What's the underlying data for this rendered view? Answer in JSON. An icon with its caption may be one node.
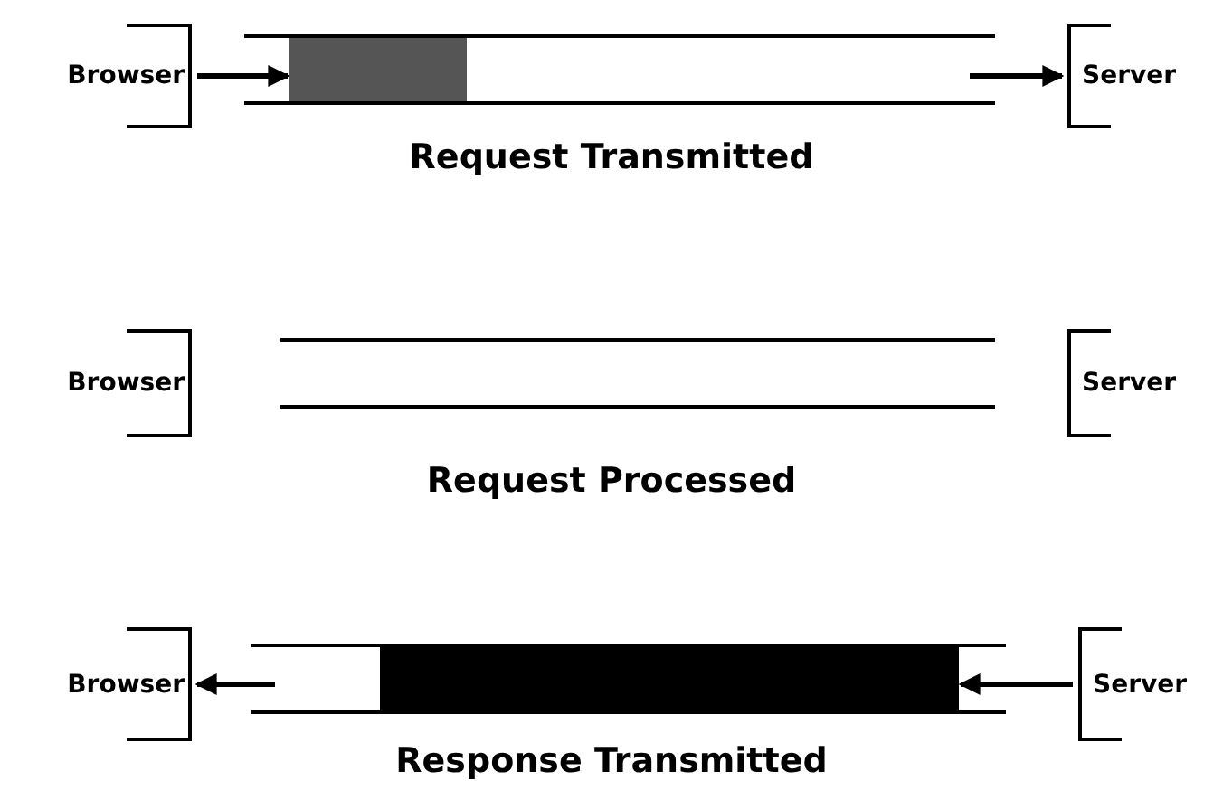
{
  "diagram": {
    "nodes": [
      {
        "text": [
          "Browser"
        ]
      },
      {
        "text": [
          "Server"
        ]
      },
      {
        "text": [
          "Browser"
        ]
      },
      {
        "text": [
          "Server"
        ]
      },
      {
        "text": [
          "Browser"
        ]
      },
      {
        "text": [
          "Server"
        ]
      },
      {
        "text": [],
        "shape": "bar"
      },
      {
        "text": [],
        "shape": "bar"
      }
    ],
    "edges": [
      {
        "from": 0,
        "to": 6,
        "arrow": "to"
      },
      {
        "from": null,
        "to": 1,
        "arrow": "to"
      },
      {
        "from": null,
        "to": 4,
        "arrow": "to"
      },
      {
        "from": 5,
        "to": 7,
        "arrow": "to"
      }
    ],
    "labels": [
      "Request Transmitted",
      "Request Processed",
      "Response Transmitted"
    ]
  }
}
